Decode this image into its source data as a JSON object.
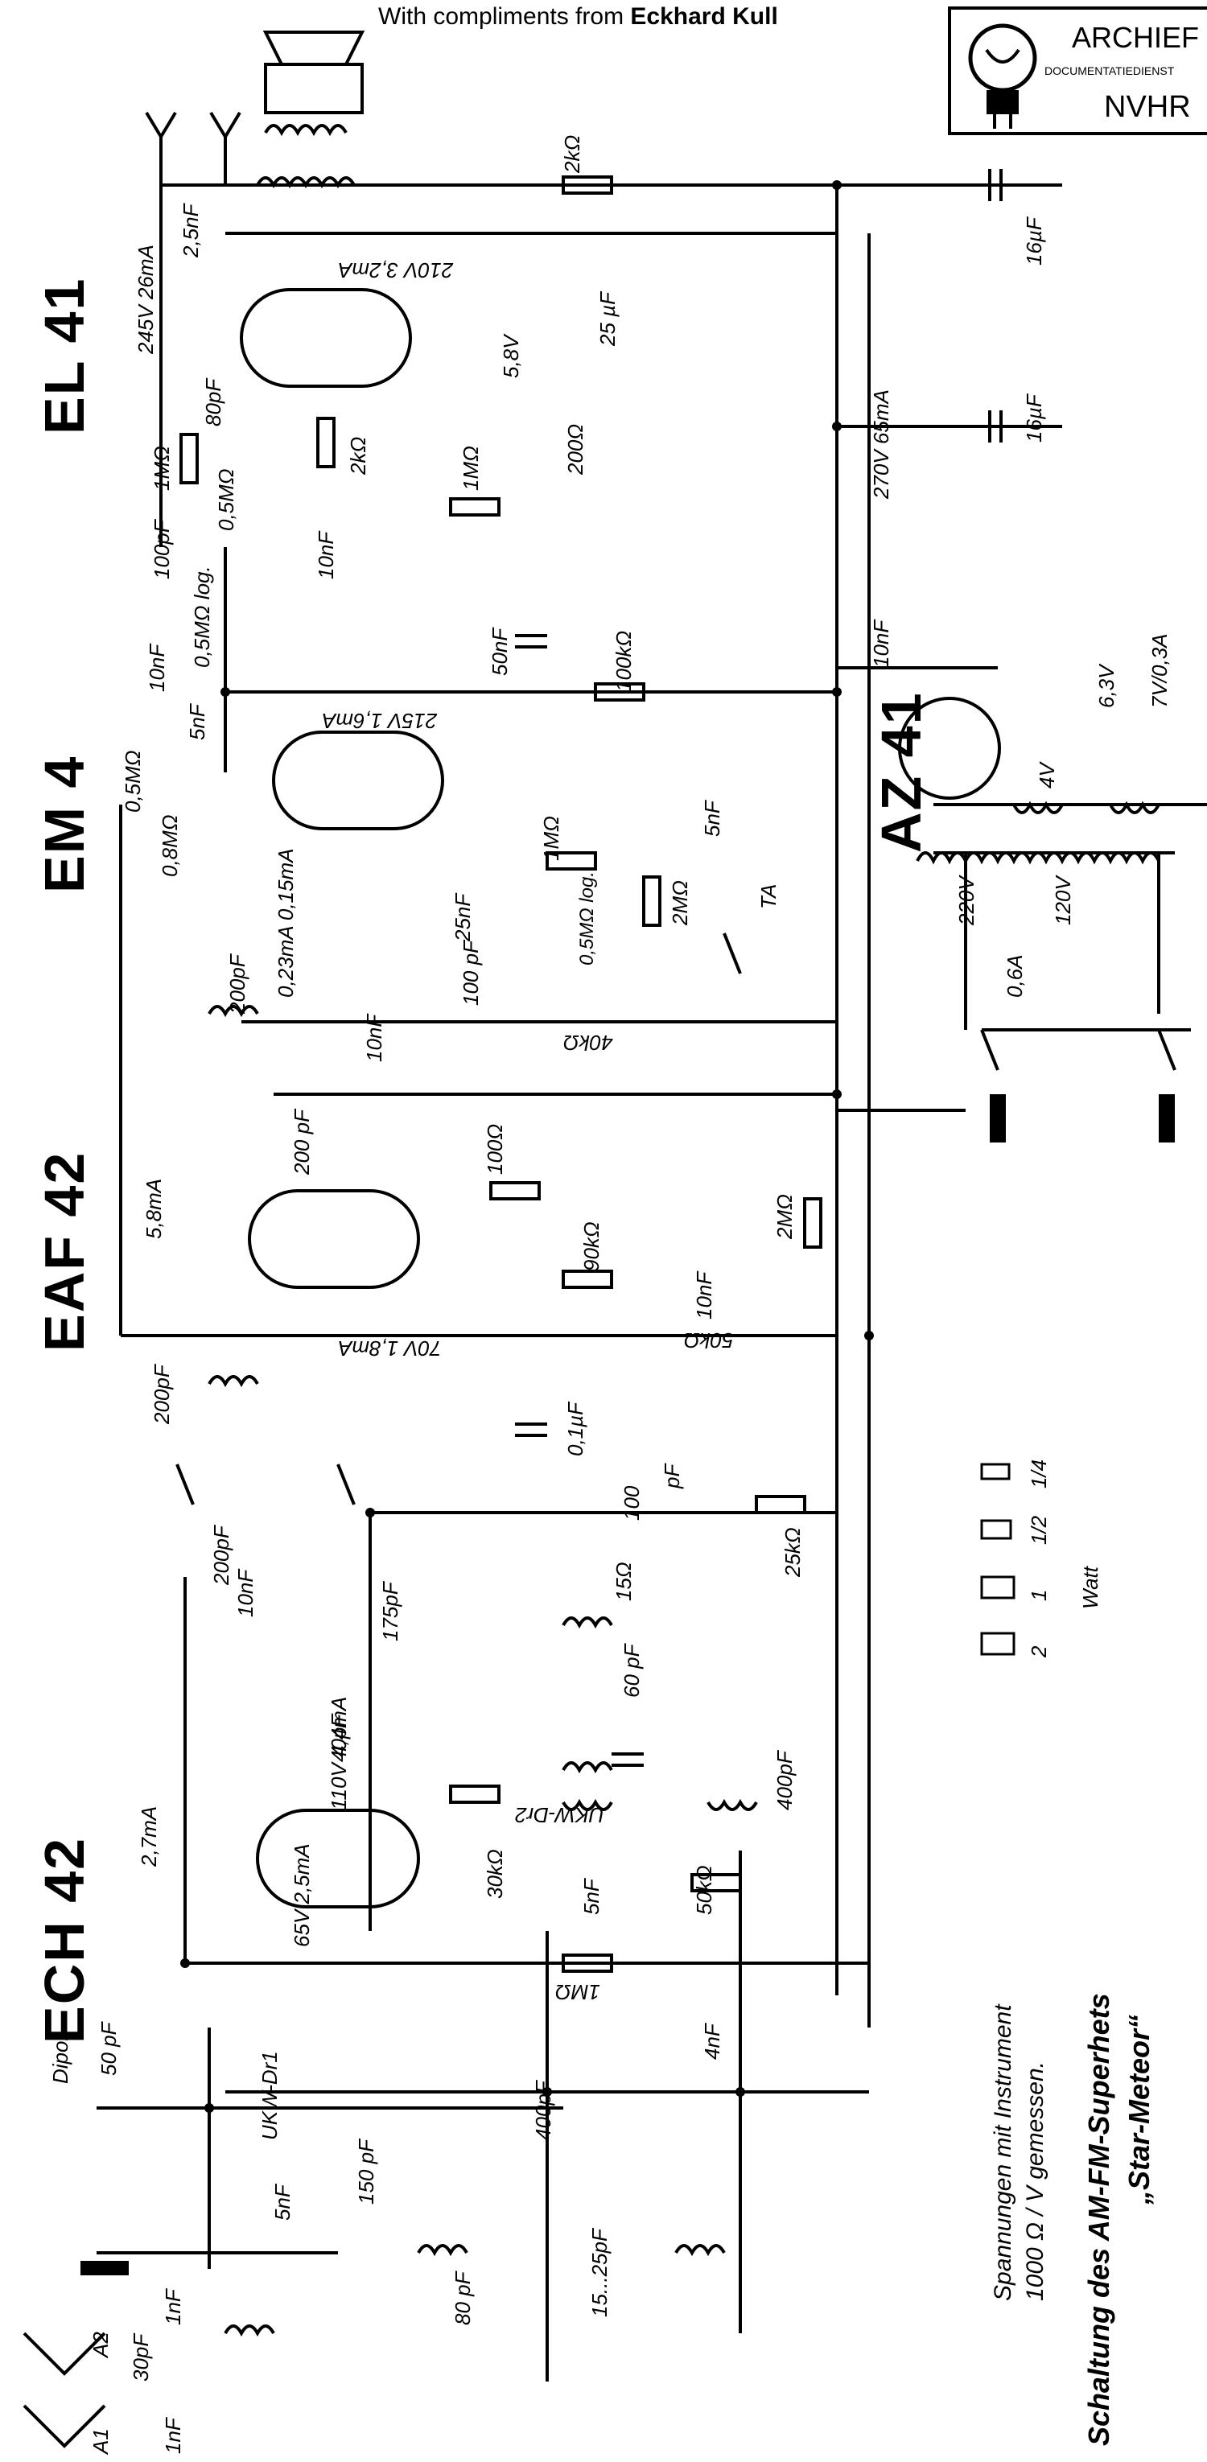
{
  "header": {
    "prefix": "With compliments from",
    "author": "Eckhard Kull"
  },
  "stamp": {
    "line1": "ARCHIEF",
    "line2": "DOCUMENTATIEDIENST",
    "line3": "NVHR"
  },
  "tubes": [
    "EL 41",
    "EM 4",
    "EAF 42",
    "ECH 42",
    "AZ 41"
  ],
  "labels": {
    "r_2k_out": "2kΩ",
    "c_2n5": "2,5nF",
    "v_245": "245V 26mA",
    "v_210": "210V 3,2mA",
    "v_5_8": "5,8V",
    "c_25uf": "25 µF",
    "r_200": "200Ω",
    "r_2k_g": "2kΩ",
    "c_80pf": "80pF",
    "r_1m_a": "1MΩ",
    "r_1m_b": "1MΩ",
    "r_0_5m_a": "0,5MΩ",
    "c_100pf": "100pF",
    "c_10nf_a": "10nF",
    "r_0_5m_log": "0,5MΩ log.",
    "c_10nf_b": "10nF",
    "c_50nf": "50nF",
    "r_100k": "100kΩ",
    "c_16uf_a": "16µF",
    "c_16uf_b": "16µF",
    "v_270": "270V 65mA",
    "c_10nf_c": "10nF",
    "v_6_3": "6,3V",
    "lamp": "7V/0,3A",
    "v_4": "4V",
    "v_220": "220V",
    "v_120": "120V",
    "fuse": "0,6A",
    "r_0_5m_em": "0,5MΩ",
    "c_5nf_em": "5nF",
    "r_0_8m": "0,8MΩ",
    "v_215": "215V 1,6mA",
    "i_em": "0,23mA 0,15mA",
    "r_1m_em": "1MΩ",
    "c_5nf_b": "5nF",
    "c_25nf": "25nF",
    "r_0_5m_vol": "0,5MΩ log.",
    "r_2m": "2MΩ",
    "ta": "TA",
    "c_200pf_a": "200pF",
    "c_10nf_d": "10nF",
    "c_100pf_b": "100 pF",
    "r_40k": "40kΩ",
    "c_200pf_b": "200 pF",
    "r_100_eaf": "100Ω",
    "i_5_8": "5,8mA",
    "r_90k": "90kΩ",
    "c_10nf_e": "10nF",
    "r_2m_b": "2MΩ",
    "v_70": "70V 1,8mA",
    "r_50k": "50kΩ",
    "c_200pf_c": "200pF",
    "c_0_1uf": "0,1µF",
    "c_200pf_d": "200pF",
    "c_10nf_f": "10nF",
    "c_100pf_c": "100",
    "c_pf": "pF",
    "r_25k": "25kΩ",
    "c_175pf": "175pF",
    "r_15": "15Ω",
    "c_60pf": "60 pF",
    "c_400pf": "400pF",
    "v_110": "110V 4,4mA",
    "c_40pf": "40pF",
    "ukw_dr2": "UKW-Dr2",
    "r_30k": "30kΩ",
    "c_5nf_c": "5nF",
    "r_50k_b": "50kΩ",
    "r_1m_c": "1MΩ",
    "i_2_7": "2,7mA",
    "v_65": "65V 2,5mA",
    "dipol": "Dipol",
    "c_50pf": "50 pF",
    "ukw_dr1": "UKW-Dr1",
    "c_5nf_d": "5nF",
    "c_150pf": "150 pF",
    "c_400pf_b": "400pF",
    "c_4nf": "4nF",
    "c_80pf_b": "80 pF",
    "c_15_25": "15...25pF",
    "c_30pf": "30pF",
    "c_1nf": "1nF",
    "c_1nf_b": "1nF",
    "a1": "A1",
    "a2": "A2"
  },
  "legend": {
    "watt": "Watt",
    "sizes": [
      "1/4",
      "1/2",
      "1",
      "2"
    ]
  },
  "captions": {
    "line1": "Spannungen mit Instrument",
    "line2": "1000 Ω / V gemessen.",
    "title1": "Schaltung des AM-FM-Superhets",
    "title2": "„Star-Meteor“"
  }
}
